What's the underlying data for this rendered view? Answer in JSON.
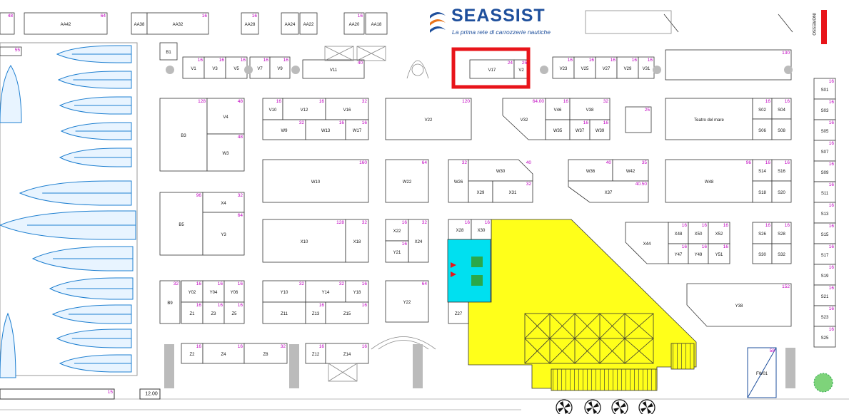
{
  "logo": {
    "name": "SEASSIST",
    "tagline": "La prima rete di carrozzerie nautiche"
  },
  "colors": {
    "stand_outline": "#333333",
    "number": "#c000c0",
    "highlight": "#e8141a",
    "yellow_area": "#ffff1a",
    "cyan_area": "#00e0f0",
    "boats": "#1e7fd0",
    "service_green": "#2aa84a"
  },
  "highlight_stand": "V17",
  "edge_labels": {
    "ingresso": "INGRESSO",
    "bottom_left_sign": "12.00"
  },
  "stands": {
    "AA42": {
      "label": "AA42",
      "num": "64"
    },
    "AA38": {
      "label": "AA38",
      "num": ""
    },
    "AA32": {
      "label": "AA32",
      "num": "16"
    },
    "AA28": {
      "label": "AA28",
      "num": "16"
    },
    "AA24": {
      "label": "AA24",
      "num": ""
    },
    "AA22": {
      "label": "AA22",
      "num": ""
    },
    "AA20": {
      "label": "AA20",
      "num": "16"
    },
    "AA18": {
      "label": "AA18",
      "num": ""
    },
    "AA_L": {
      "label": "",
      "num": "48"
    },
    "B1": {
      "label": "B1",
      "num": ""
    },
    "V1": {
      "label": "V1",
      "num": "16"
    },
    "V3": {
      "label": "V3",
      "num": "16"
    },
    "V5": {
      "label": "V5",
      "num": "16"
    },
    "V7": {
      "label": "V7",
      "num": "16"
    },
    "V9": {
      "label": "V9",
      "num": "16"
    },
    "V11": {
      "label": "V11",
      "num": "40"
    },
    "V17": {
      "label": "V17",
      "num": "24"
    },
    "V2X": {
      "label": "V2",
      "num": "25"
    },
    "V23": {
      "label": "V23",
      "num": "16"
    },
    "V25": {
      "label": "V25",
      "num": "16"
    },
    "V27": {
      "label": "V27",
      "num": "16"
    },
    "V29": {
      "label": "V29",
      "num": "16"
    },
    "V31": {
      "label": "V31",
      "num": "16"
    },
    "V130": {
      "label": "",
      "num": "130"
    },
    "B3": {
      "label": "B3",
      "num": "128"
    },
    "V4": {
      "label": "V4",
      "num": "48"
    },
    "W3": {
      "label": "W3",
      "num": "48"
    },
    "V10": {
      "label": "V10",
      "num": "16"
    },
    "V12": {
      "label": "V12",
      "num": "16"
    },
    "V16": {
      "label": "V16",
      "num": "32"
    },
    "W9": {
      "label": "W9",
      "num": "32"
    },
    "W13": {
      "label": "W13",
      "num": "16"
    },
    "W17": {
      "label": "W17",
      "num": "16"
    },
    "V22": {
      "label": "V22",
      "num": "120"
    },
    "V32": {
      "label": "V32",
      "num": "64.00"
    },
    "V46": {
      "label": "V46",
      "num": "16"
    },
    "V38": {
      "label": "V38",
      "num": "32"
    },
    "W35": {
      "label": "W35",
      "num": ""
    },
    "W37": {
      "label": "W37",
      "num": "16"
    },
    "W39": {
      "label": "W39",
      "num": "16"
    },
    "SQ25": {
      "label": "",
      "num": "25"
    },
    "TEATRO": {
      "label": "Teatro del mare",
      "num": ""
    },
    "S02": {
      "label": "S02",
      "num": "16"
    },
    "S04": {
      "label": "S04",
      "num": "16"
    },
    "S06": {
      "label": "S06",
      "num": ""
    },
    "S08": {
      "label": "S08",
      "num": ""
    },
    "S01": {
      "label": "S01",
      "num": "16"
    },
    "S03": {
      "label": "S03",
      "num": "16"
    },
    "S05": {
      "label": "S05",
      "num": "16"
    },
    "S07": {
      "label": "S07",
      "num": "16"
    },
    "S09": {
      "label": "S09",
      "num": "16"
    },
    "S11": {
      "label": "S11",
      "num": "16"
    },
    "S13": {
      "label": "S13",
      "num": "16"
    },
    "S15": {
      "label": "S15",
      "num": "16"
    },
    "S17": {
      "label": "S17",
      "num": "16"
    },
    "S19": {
      "label": "S19",
      "num": "16"
    },
    "S21": {
      "label": "S21",
      "num": "16"
    },
    "S23": {
      "label": "S23",
      "num": "16"
    },
    "S25": {
      "label": "S25",
      "num": "16"
    },
    "W10": {
      "label": "W10",
      "num": "160"
    },
    "W22": {
      "label": "W22",
      "num": "64"
    },
    "W26": {
      "label": "W26",
      "num": "32"
    },
    "W30": {
      "label": "W30",
      "num": "40"
    },
    "X29": {
      "label": "X29",
      "num": ""
    },
    "X31": {
      "label": "X31",
      "num": "32"
    },
    "W36": {
      "label": "W36",
      "num": "40"
    },
    "W42": {
      "label": "W42",
      "num": "35"
    },
    "X37": {
      "label": "X37",
      "num": "40.50"
    },
    "W48": {
      "label": "W48",
      "num": "96"
    },
    "S14": {
      "label": "S14",
      "num": "16"
    },
    "S16": {
      "label": "S16",
      "num": "16"
    },
    "S18": {
      "label": "S18",
      "num": ""
    },
    "S20": {
      "label": "S20",
      "num": ""
    },
    "B5": {
      "label": "B5",
      "num": "96"
    },
    "X4": {
      "label": "X4",
      "num": "32"
    },
    "Y3": {
      "label": "Y3",
      "num": "64"
    },
    "X10": {
      "label": "X10",
      "num": "128"
    },
    "X18": {
      "label": "X18",
      "num": "32"
    },
    "X22": {
      "label": "X22",
      "num": "16"
    },
    "X24": {
      "label": "X24",
      "num": "32"
    },
    "Y21": {
      "label": "Y21",
      "num": "16"
    },
    "X28": {
      "label": "X28",
      "num": "16"
    },
    "X30": {
      "label": "X30",
      "num": "16"
    },
    "X44": {
      "label": "X44",
      "num": ""
    },
    "X48": {
      "label": "X48",
      "num": "16"
    },
    "X50": {
      "label": "X50",
      "num": "16"
    },
    "X52": {
      "label": "X52",
      "num": "16"
    },
    "Y47": {
      "label": "Y47",
      "num": "16"
    },
    "Y49": {
      "label": "Y49",
      "num": "16"
    },
    "Y51": {
      "label": "Y51",
      "num": "16"
    },
    "S26": {
      "label": "S26",
      "num": "16"
    },
    "S28": {
      "label": "S28",
      "num": "16"
    },
    "S30": {
      "label": "S30",
      "num": ""
    },
    "S32": {
      "label": "S32",
      "num": ""
    },
    "B9": {
      "label": "B9",
      "num": "32"
    },
    "Y02": {
      "label": "Y02",
      "num": "16"
    },
    "Y04": {
      "label": "Y04",
      "num": "16"
    },
    "Y06": {
      "label": "Y06",
      "num": "16"
    },
    "Z1": {
      "label": "Z1",
      "num": "16"
    },
    "Z3": {
      "label": "Z3",
      "num": "16"
    },
    "Z5": {
      "label": "Z5",
      "num": "16"
    },
    "Y10": {
      "label": "Y10",
      "num": "32"
    },
    "Y14": {
      "label": "Y14",
      "num": "32"
    },
    "Y18": {
      "label": "Y18",
      "num": "16"
    },
    "Z11": {
      "label": "Z11",
      "num": ""
    },
    "Z13": {
      "label": "Z13",
      "num": "16"
    },
    "Z15": {
      "label": "Z15",
      "num": "16"
    },
    "Y22": {
      "label": "Y22",
      "num": "64"
    },
    "Z27": {
      "label": "Z27",
      "num": ""
    },
    "Y38": {
      "label": "Y38",
      "num": "152"
    },
    "Z2": {
      "label": "Z2",
      "num": "16"
    },
    "Z4": {
      "label": "Z4",
      "num": "16"
    },
    "Z8": {
      "label": "Z8",
      "num": "32"
    },
    "Z12": {
      "label": "Z12",
      "num": "16"
    },
    "Z14": {
      "label": "Z14",
      "num": "16"
    },
    "FW01": {
      "label": "FW01",
      "num": "58"
    },
    "SIGN15": {
      "label": "",
      "num": "15"
    },
    "AA_TOPL": {
      "label": "",
      "num": "55"
    }
  }
}
